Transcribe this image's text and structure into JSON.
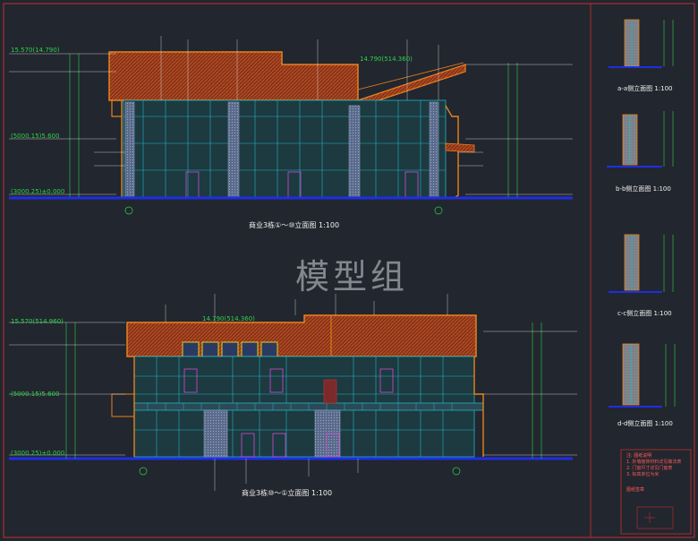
{
  "app": {
    "title": "商业3栋立面图 CAD drawing"
  },
  "watermark": "模型组",
  "colors": {
    "background": "#22262e",
    "roof_orange": "#e8821e",
    "roof_hatch": "#9a3a1a",
    "glass": "#22b4c4",
    "ground": "#1e2ee8",
    "dim": "#2bd44b",
    "leader": "#e8e8e8",
    "frame": "#d13a3a"
  },
  "drawings": {
    "top_title": "商业3栋①～⑩立面图 1:100",
    "bottom_title": "商业3栋⑩～①立面图 1:100",
    "side_a": "a-a侧立面图 1:100",
    "side_b": "b-b侧立面图 1:100",
    "side_c": "c-c侧立面图 1:100",
    "side_d": "d-d侧立面图 1:100"
  },
  "levels": {
    "top_roof": "15.570(14.790)",
    "top_mid": "(5000.15)5.600",
    "top_ground": "(3000.25)±0.000",
    "top_ridge": "14.790(514.360)",
    "bot_roof": "15.570(514.960)",
    "bot_mid": "(5000.15)5.600",
    "bot_ground": "(3000.25)±0.000",
    "bot_ridge": "14.790(514.360)"
  },
  "notes": {
    "title": "注: 图纸说明",
    "lines": [
      "1. 外墙装饰材料详见做法表",
      "2. 门窗尺寸详见门窗表",
      "3. 标高单位为米"
    ],
    "stamp": "图纸签章"
  }
}
